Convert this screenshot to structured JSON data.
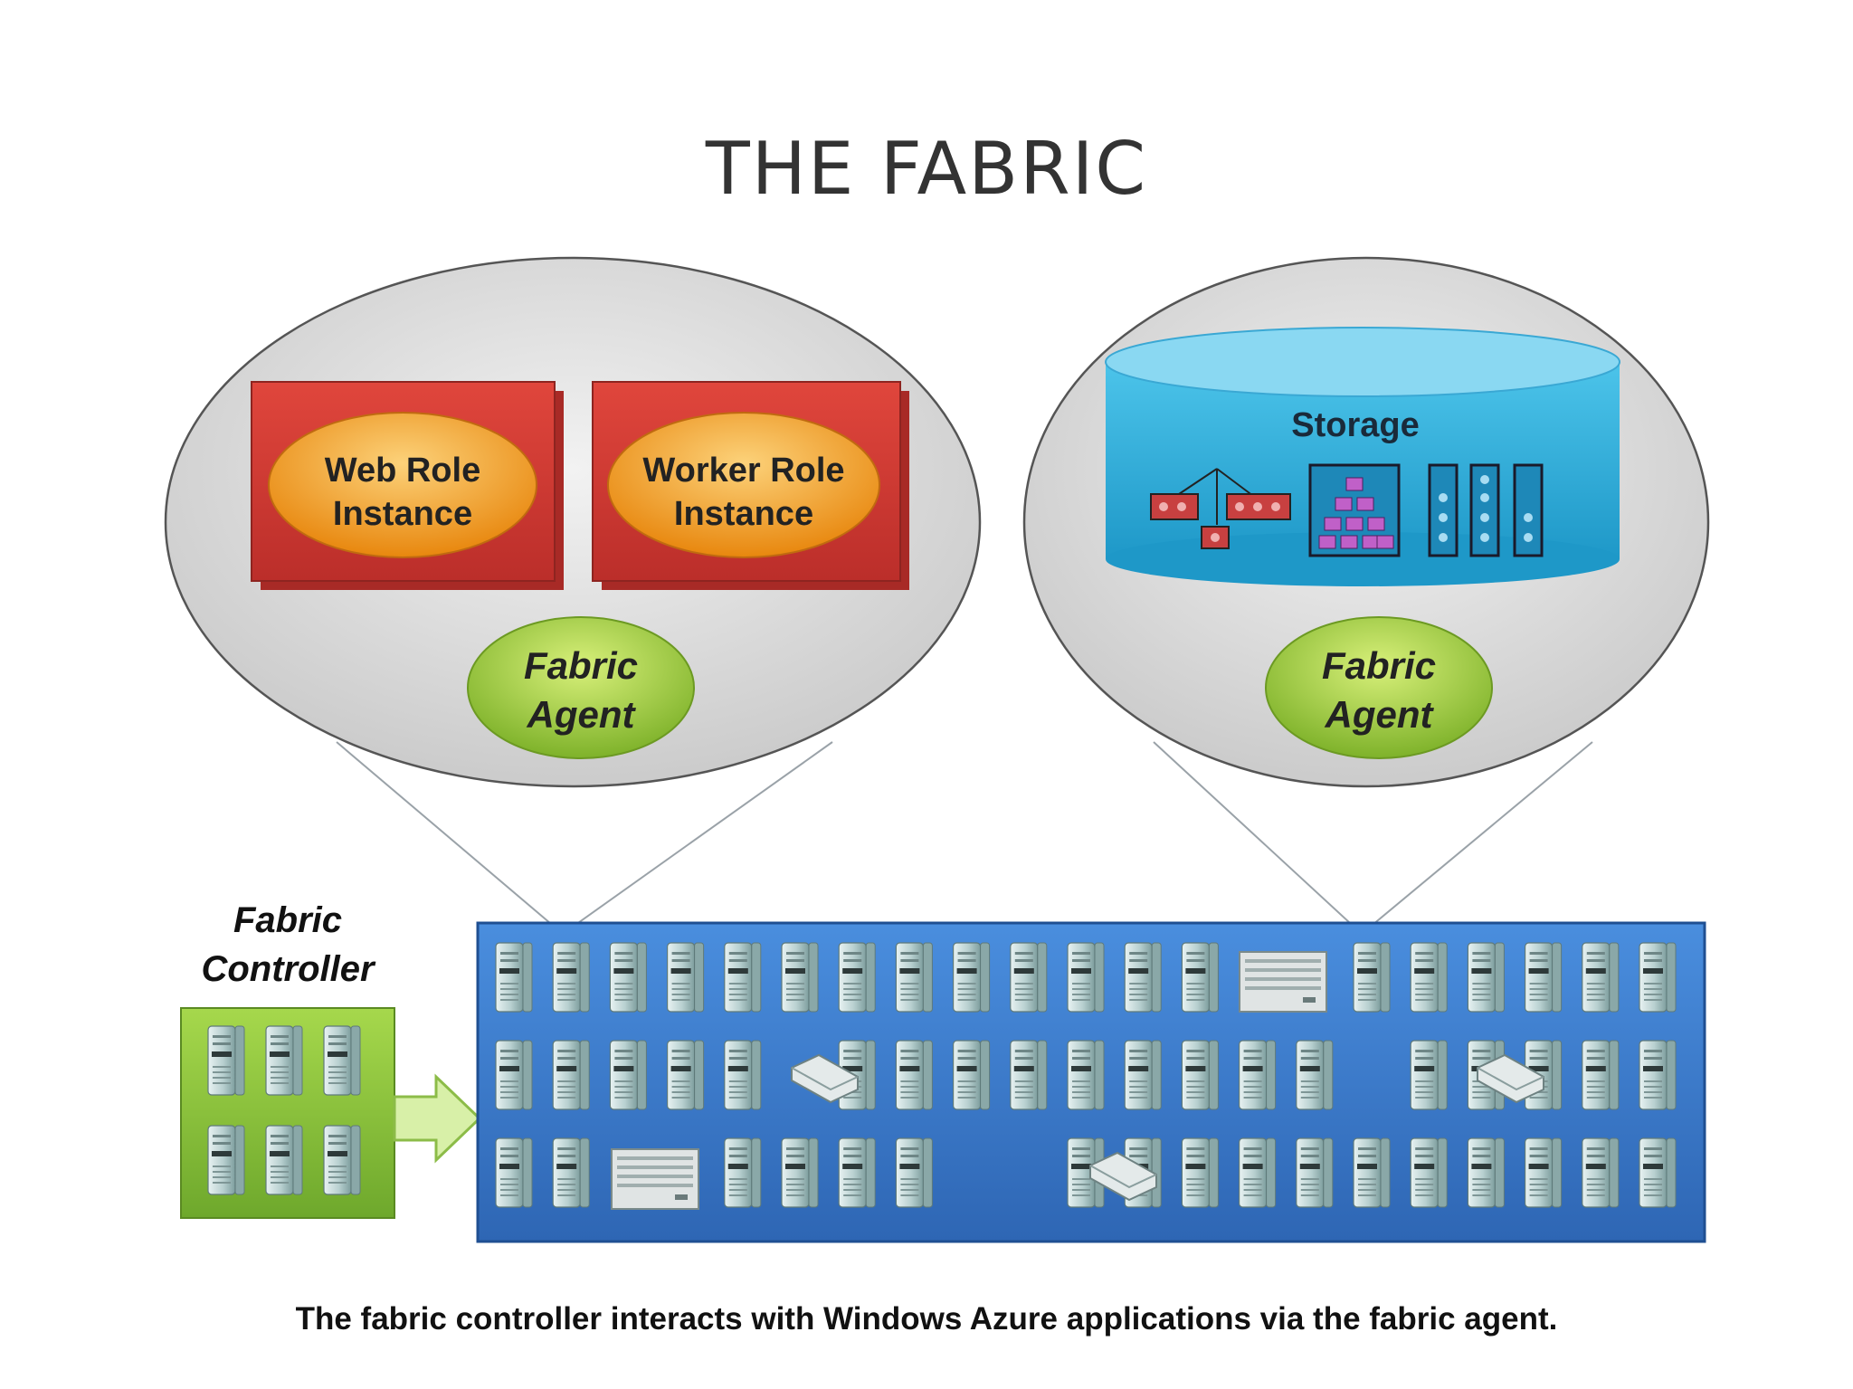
{
  "title": "THE FABRIC",
  "left_node": {
    "web_role": [
      "Web Role",
      "Instance"
    ],
    "worker_role": [
      "Worker Role",
      "Instance"
    ],
    "agent": [
      "Fabric",
      "Agent"
    ]
  },
  "right_node": {
    "storage": "Storage",
    "agent": [
      "Fabric",
      "Agent"
    ]
  },
  "controller": {
    "label": [
      "Fabric",
      "Controller"
    ]
  },
  "caption": "The fabric controller interacts with Windows Azure applications via the fabric agent.",
  "colors": {
    "role_red": "#d03a34",
    "role_orange": "#f5a020",
    "agent_green": "#9ccc3c",
    "storage_cyan": "#38b0d8",
    "datacenter_blue": "#3a78c8",
    "controller_green": "#8cc63e",
    "bubble_gray": "#dcdcdc"
  },
  "icons": [
    "server-icon",
    "storage-blob-icon",
    "storage-queue-icon",
    "storage-table-icon",
    "arrow-right-icon",
    "router-icon",
    "blade-server-icon"
  ]
}
